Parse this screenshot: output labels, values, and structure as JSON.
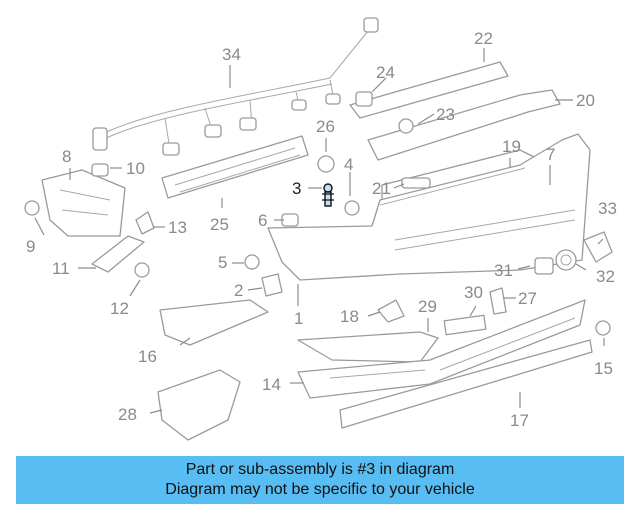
{
  "diagram": {
    "highlighted_callout": "3",
    "callouts": [
      "1",
      "2",
      "3",
      "4",
      "5",
      "6",
      "7",
      "8",
      "9",
      "10",
      "11",
      "12",
      "13",
      "14",
      "15",
      "16",
      "17",
      "18",
      "19",
      "20",
      "21",
      "22",
      "23",
      "24",
      "25",
      "26",
      "27",
      "28",
      "29",
      "30",
      "31",
      "32",
      "33",
      "34"
    ]
  },
  "banner": {
    "line1": "Part or sub-assembly is #3 in diagram",
    "line2": "Diagram may not be specific to your vehicle",
    "color": "#57bdf2"
  }
}
